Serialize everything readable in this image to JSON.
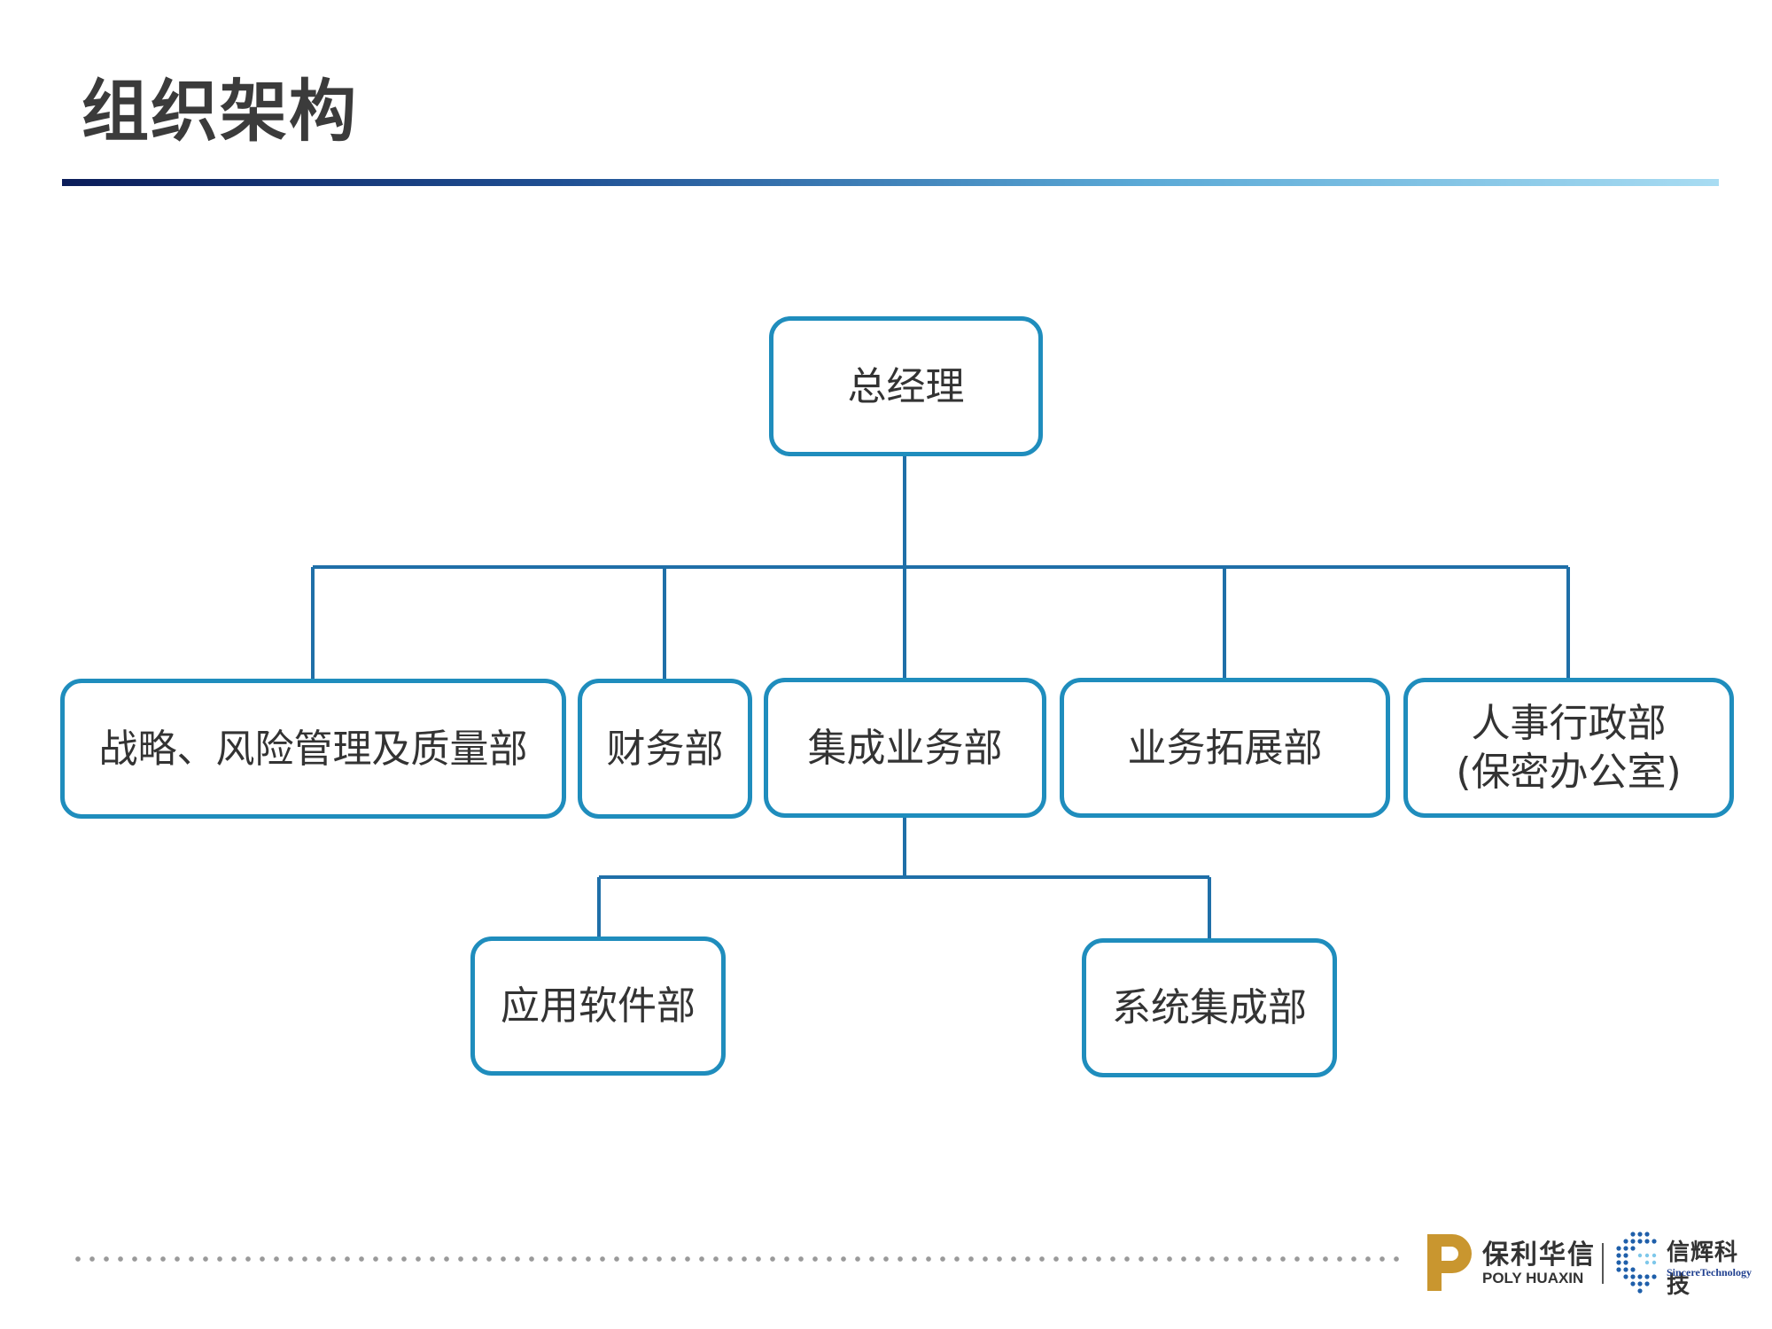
{
  "page": {
    "title": "组织架构"
  },
  "org": {
    "root": "总经理",
    "departments": [
      {
        "label": "战略、风险管理及质量部"
      },
      {
        "label": "财务部"
      },
      {
        "label": "集成业务部"
      },
      {
        "label": "业务拓展部"
      },
      {
        "label": "人事行政部",
        "sub": "(保密办公室)"
      }
    ],
    "sub_departments": [
      {
        "label": "应用软件部"
      },
      {
        "label": "系统集成部"
      }
    ]
  },
  "footer": {
    "poly_cn": "保利华信",
    "poly_en": "POLY HUAXIN",
    "sincere_cn": "信辉科技",
    "sincere_en": "SincereTechnology"
  },
  "colors": {
    "box_border": "#1f8dbd",
    "connector": "#1f6fa8",
    "title_rule_start": "#0b1d5a",
    "title_rule_end": "#a8dcf2",
    "logo_gold": "#c9962f"
  }
}
